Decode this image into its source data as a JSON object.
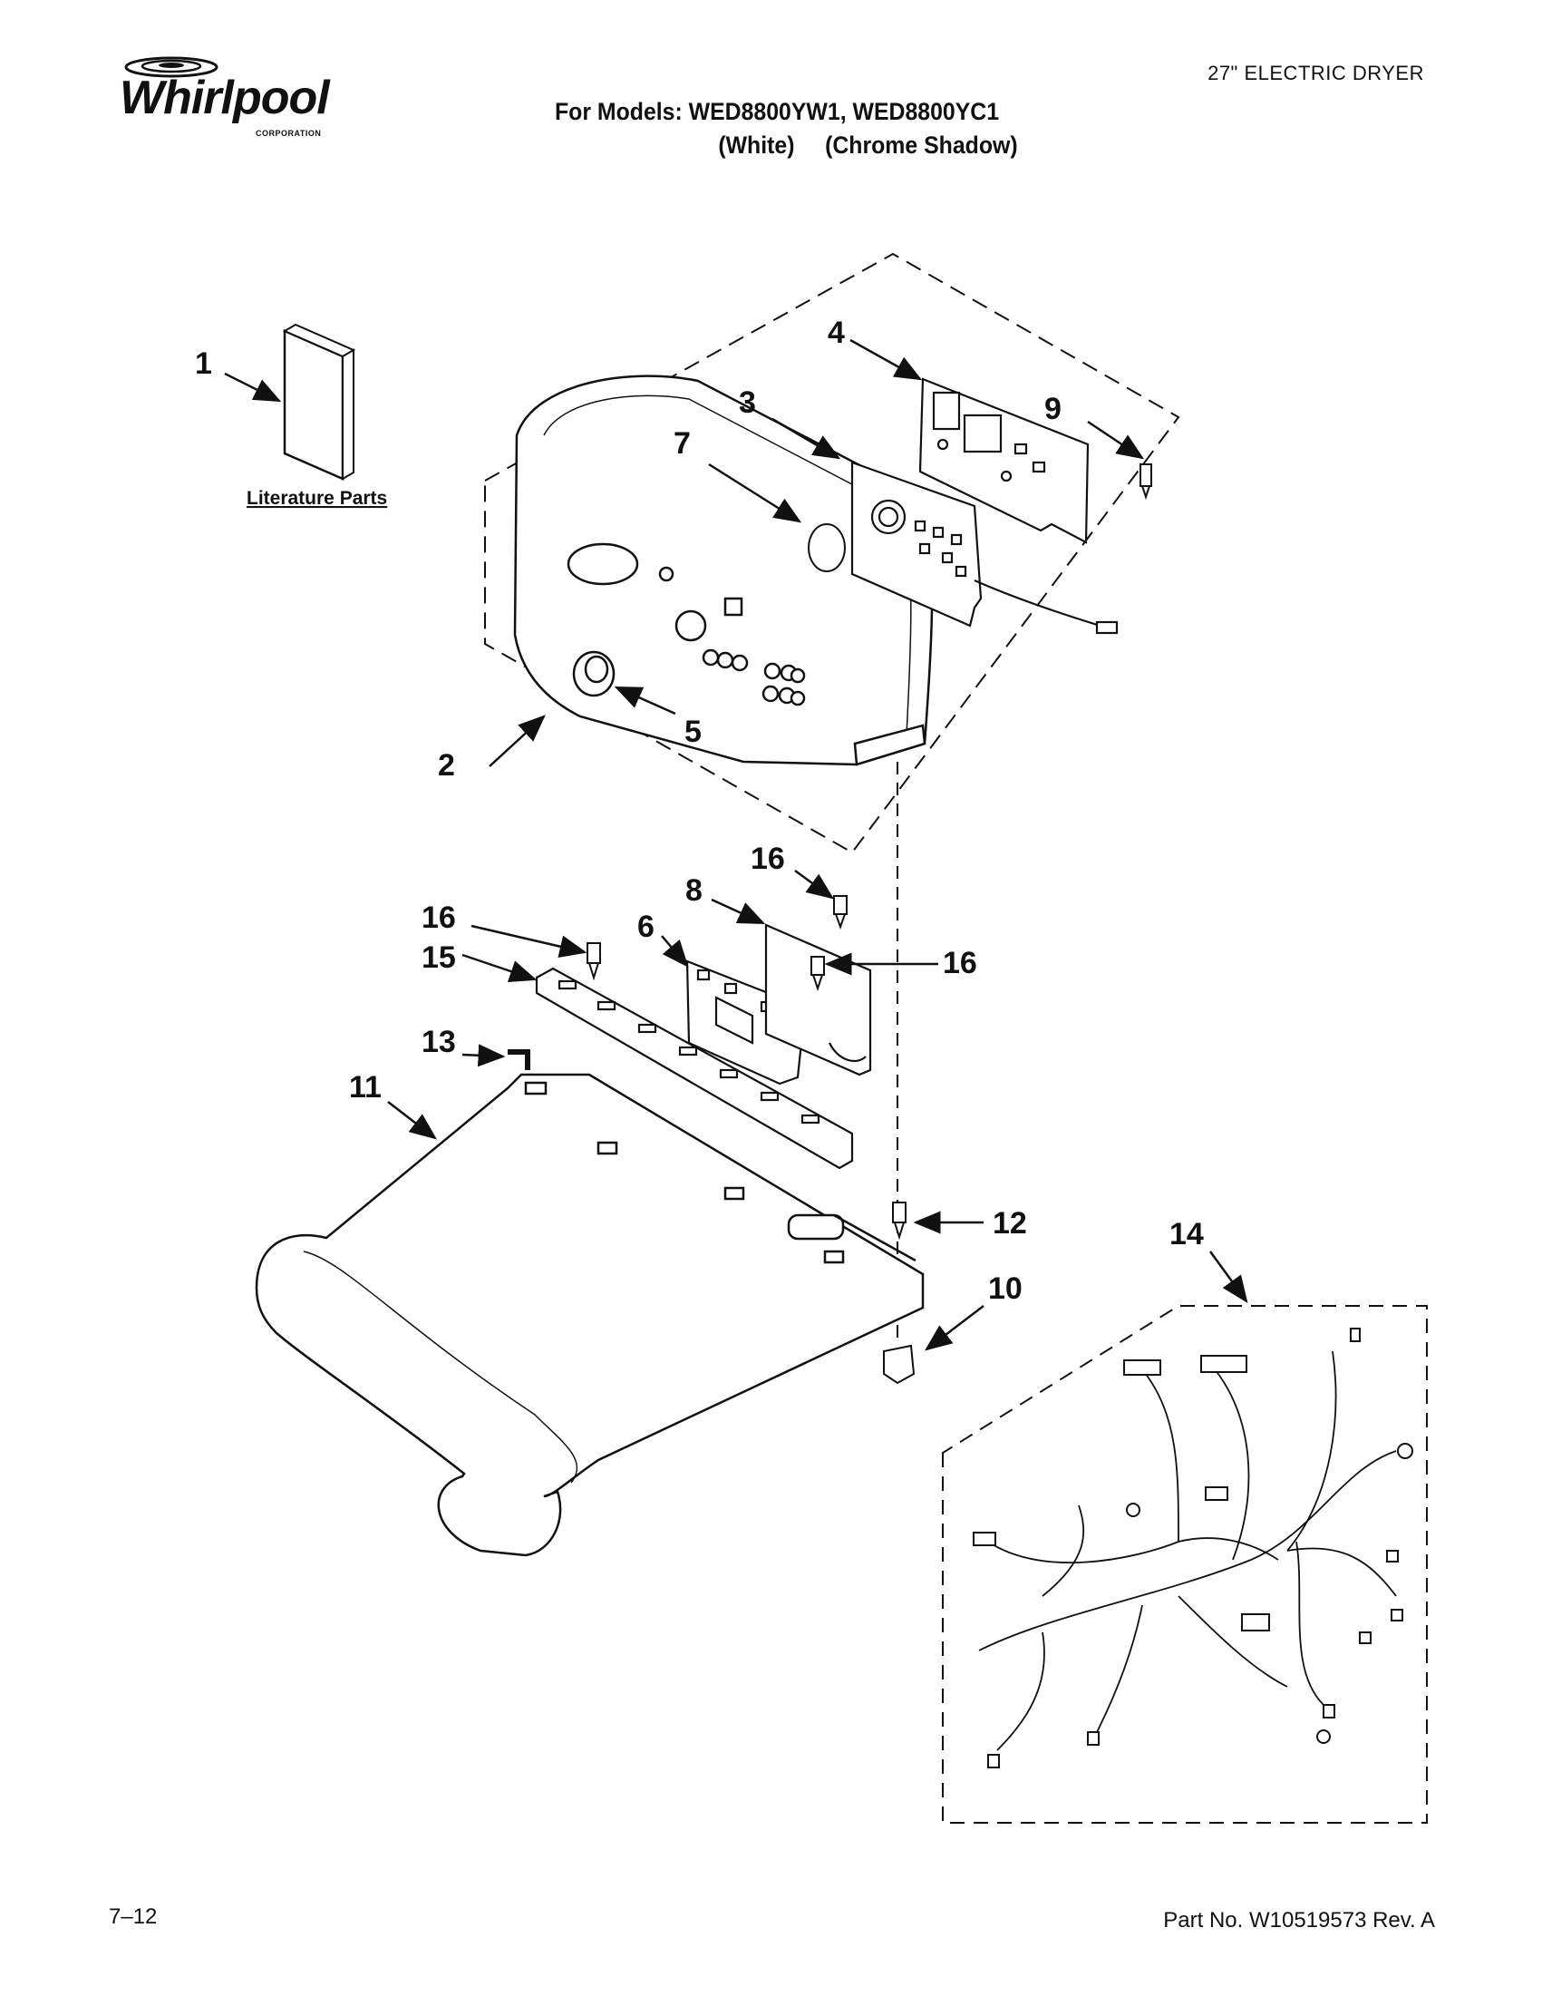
{
  "header": {
    "brand": "Whirlpool",
    "brand_sub": "CORPORATION",
    "product_type": "27\" ELECTRIC DRYER",
    "models_line": "For Models: WED8800YW1, WED8800YC1",
    "variant_1": "(White)",
    "variant_2": "(Chrome Shadow)"
  },
  "diagram": {
    "literature_label": "Literature Parts",
    "callouts": [
      "1",
      "2",
      "3",
      "4",
      "5",
      "6",
      "7",
      "8",
      "9",
      "10",
      "11",
      "12",
      "13",
      "14",
      "15",
      "16",
      "16",
      "16"
    ]
  },
  "footer": {
    "page": "7–12",
    "part_number": "Part No. W10519573 Rev. A"
  }
}
